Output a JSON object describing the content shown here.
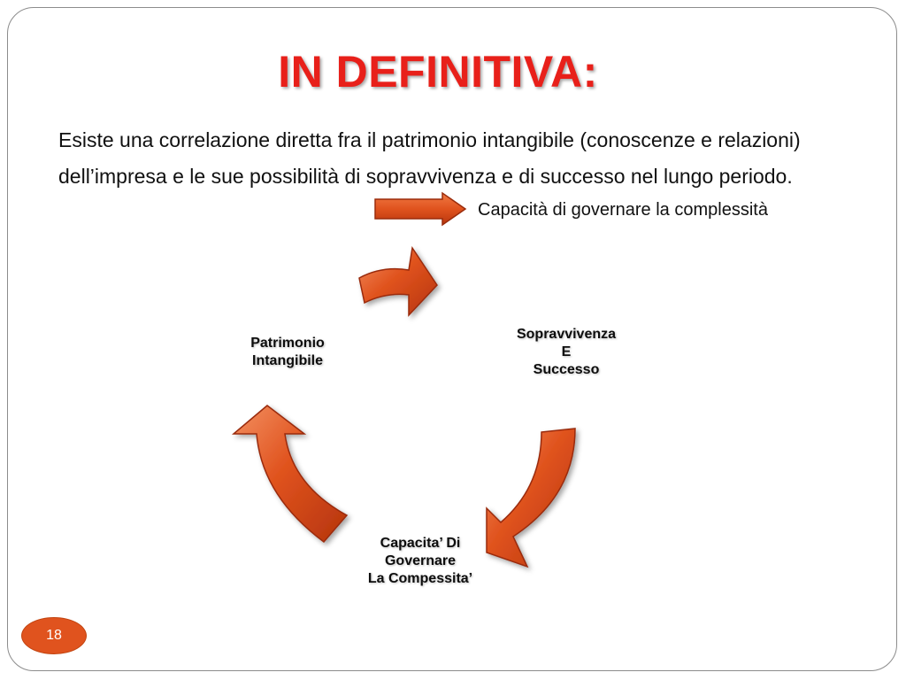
{
  "slide": {
    "title": "IN DEFINITIVA:",
    "body_text": "Esiste una correlazione diretta fra il patrimonio intangibile (conoscenze e relazioni) dell’impresa e le sue possibilità di sopravvivenza e di successo nel lungo periodo.",
    "side_note": "Capacità di governare la complessità",
    "page_number": "18"
  },
  "cycle": {
    "nodes": [
      {
        "lines": [
          "Patrimonio",
          "Intangibile"
        ]
      },
      {
        "lines": [
          "Sopravvivenza",
          "E",
          "Successo"
        ]
      },
      {
        "lines": [
          "Capacita’ Di",
          "Governare",
          "La Compessita’"
        ]
      }
    ]
  },
  "colors": {
    "title": "#e8201a",
    "arrow_fill": "#e0531e",
    "arrow_stroke": "#9a2c0c",
    "badge": "#e0531e"
  },
  "icons": [
    "right-arrow-icon",
    "cycle-arrow-icon"
  ]
}
